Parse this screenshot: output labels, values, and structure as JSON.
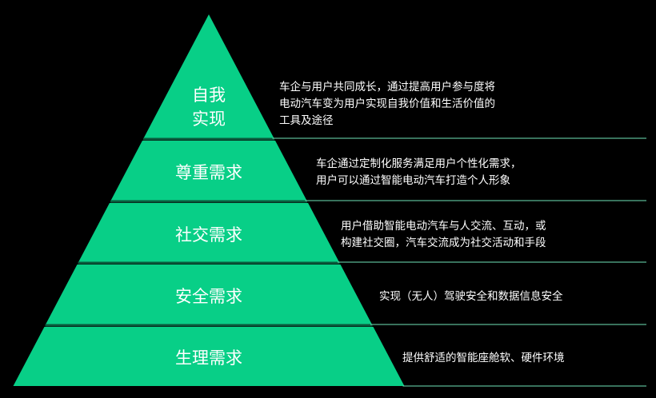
{
  "colors": {
    "background": "#000000",
    "tier_fill": "#08cf87",
    "tier_edge": "#0a5a3c",
    "divider_line": "#6fe3b8",
    "text": "#ffffff"
  },
  "pyramid": {
    "tiers": [
      {
        "label": "自我\n实现",
        "description": "车企与用户共同成长，通过提高用户参与度将\n电动汽车变为用户实现自我价值和生活价值的\n工具及途径"
      },
      {
        "label": "尊重需求",
        "description": "车企通过定制化服务满足用户个性化需求，\n用户可以通过智能电动汽车打造个人形象"
      },
      {
        "label": "社交需求",
        "description": "用户借助智能电动汽车与人交流、互动，或\n构建社交圈，汽车交流成为社交活动和手段"
      },
      {
        "label": "安全需求",
        "description": "实现（无人）驾驶安全和数据信息安全"
      },
      {
        "label": "生理需求",
        "description": "提供舒适的智能座舱软、硬件环境"
      }
    ]
  }
}
